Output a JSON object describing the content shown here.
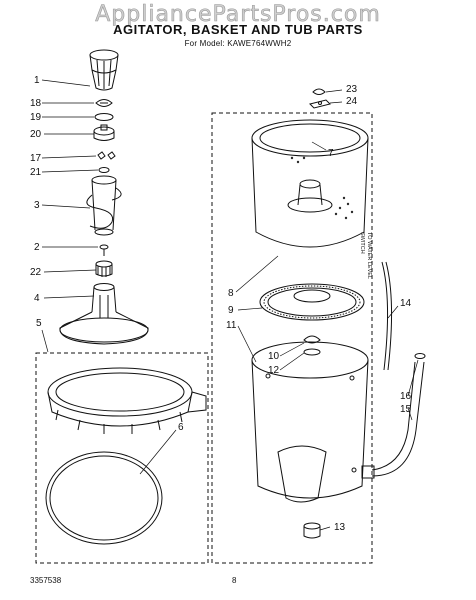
{
  "watermark": "AppliancePartsPros.com",
  "header": {
    "title": "AGITATOR, BASKET AND TUB PARTS",
    "subtitle": "For Model: KAWE764WWH2"
  },
  "side_note": {
    "line1": "TO WATER LEVEL",
    "line2": "SWITCH"
  },
  "callouts": [
    "1",
    "18",
    "19",
    "20",
    "17",
    "21",
    "3",
    "2",
    "22",
    "4",
    "5",
    "6",
    "23",
    "24",
    "7",
    "8",
    "9",
    "11",
    "10",
    "12",
    "14",
    "16",
    "15",
    "13"
  ],
  "footer": {
    "part_number": "3357538",
    "page_number": "8"
  }
}
